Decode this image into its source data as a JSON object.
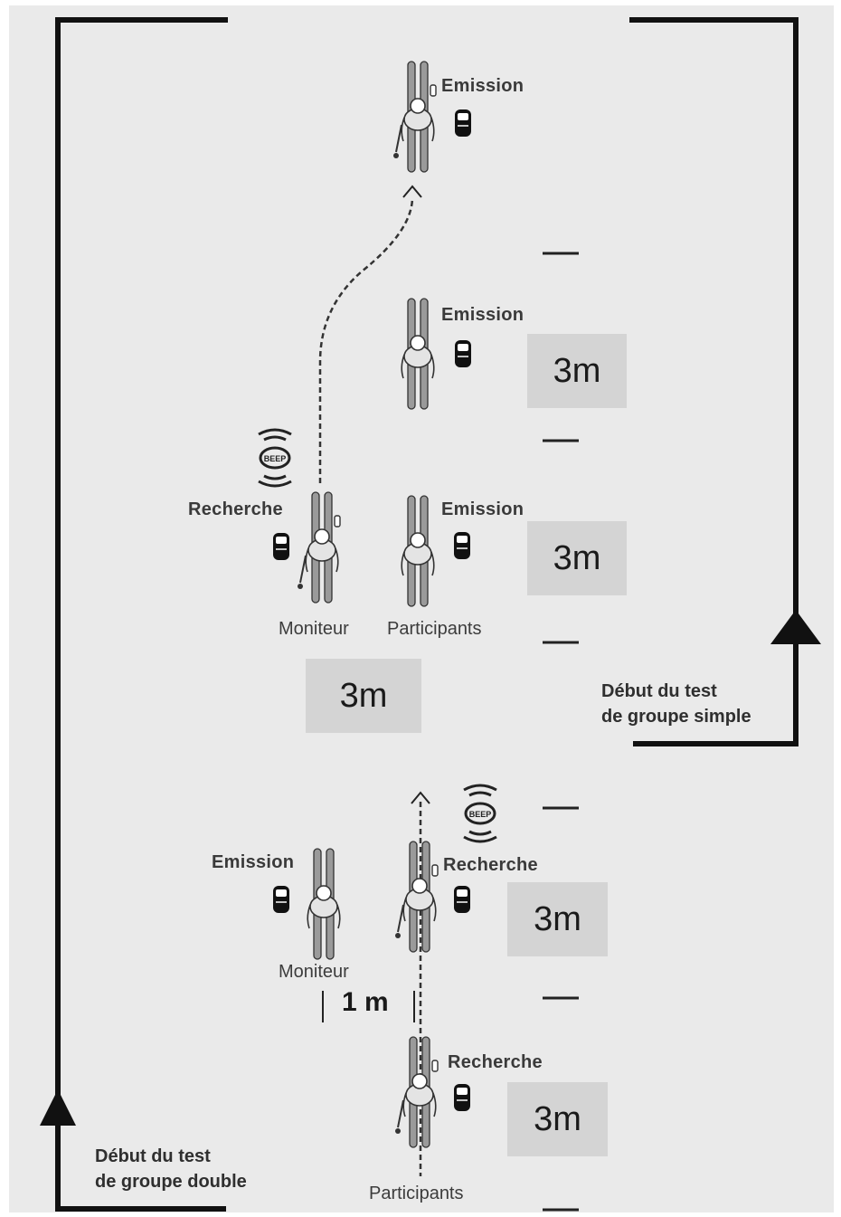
{
  "labels": {
    "emission": "Emission",
    "recherche": "Recherche",
    "moniteur": "Moniteur",
    "participants": "Participants"
  },
  "distances": {
    "three_m": "3m",
    "one_m": "1 m"
  },
  "start_single": {
    "line1": "Début du test",
    "line2": "de groupe simple"
  },
  "start_double": {
    "line1": "Début du test",
    "line2": "de groupe double"
  },
  "colors": {
    "background": "#eaeaea",
    "distance_box": "#d4d4d4",
    "ink": "#1a1a1a"
  },
  "icons": [
    "skier-icon",
    "transceiver-icon",
    "beep-signal-icon",
    "arrow-up-icon"
  ]
}
